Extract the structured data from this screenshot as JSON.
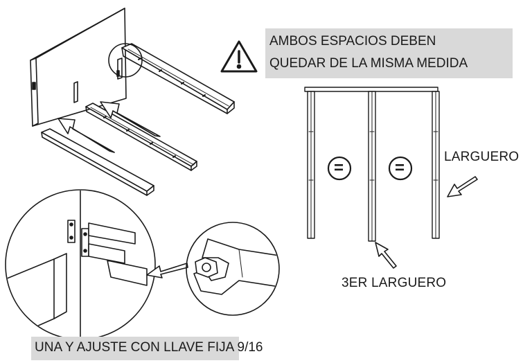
{
  "warning": {
    "icon": "warning-triangle-icon",
    "line1": "AMBOS ESPACIOS DEBEN",
    "line2": "QUEDAR DE LA MISMA MEDIDA",
    "box_color": "#d9d9d9"
  },
  "frame_diagram": {
    "equal_symbol_left": "=",
    "equal_symbol_right": "=",
    "side_rail_label": "LARGUERO",
    "center_rail_label": "3ER LARGUERO"
  },
  "footer": {
    "instruction": "UNA Y AJUSTE CON LLAVE FIJA 9/16",
    "box_color": "#d9d9d9"
  },
  "colors": {
    "line": "#1a1a1a",
    "highlight_box": "#d9d9d9"
  }
}
